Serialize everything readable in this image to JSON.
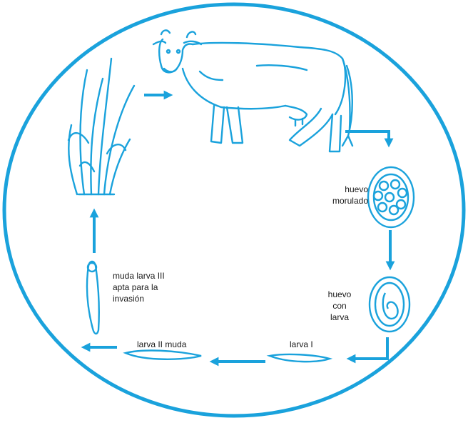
{
  "accent_color": "#1aa2dc",
  "stages": [
    {
      "name": "grass-plant",
      "icon": "grass-icon"
    },
    {
      "name": "cow",
      "icon": "cow-icon"
    },
    {
      "name": "egg-morula",
      "icon": "egg-morula-icon",
      "label_lines": [
        "huevo",
        "morulado"
      ]
    },
    {
      "name": "egg-larva",
      "icon": "egg-larva-icon",
      "label_lines": [
        "huevo",
        "con",
        "larva"
      ]
    },
    {
      "name": "larva-1",
      "icon": "larva-icon",
      "label": "larva I"
    },
    {
      "name": "larva-2",
      "icon": "larva-icon",
      "label": "larva II muda"
    },
    {
      "name": "larva-3",
      "icon": "larva-vertical-icon",
      "label_lines": [
        "muda larva III",
        "apta para la",
        "invasión"
      ]
    }
  ]
}
